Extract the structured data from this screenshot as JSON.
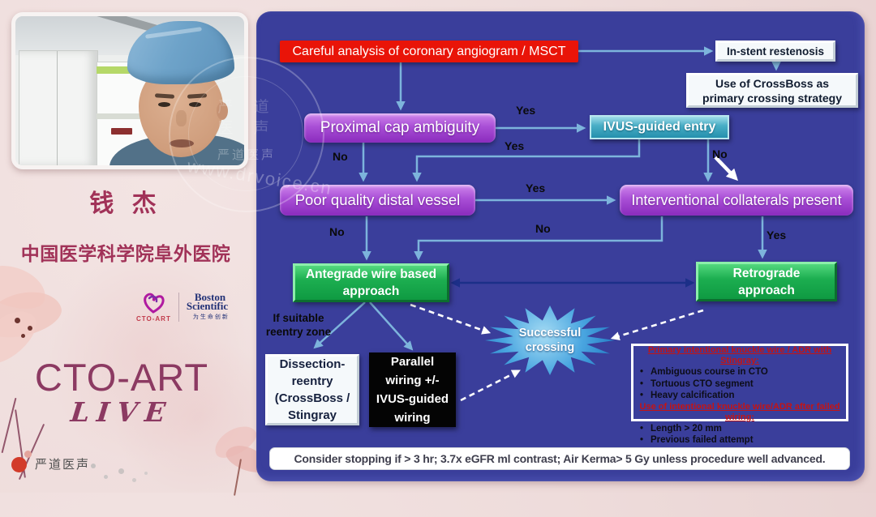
{
  "presenter": {
    "name": "钱 杰",
    "affiliation": "中国医学科学院阜外医院"
  },
  "branding": {
    "event_title": "CTO-ART",
    "event_subtitle": "LIVE",
    "cto_art_logo_label": "CTO-ART",
    "boston_logo_line1": "Boston",
    "boston_logo_line2": "Scientific",
    "boston_tagline": "为生命创新",
    "media_logo": "严道医声",
    "watermark_url": "www.drvoice.cn",
    "watermark_name": "严道医声",
    "watermark_chars": "严 道 医 声"
  },
  "flowchart": {
    "nodes": {
      "analysis": "Careful analysis of coronary angiogram / MSCT",
      "in_stent": "In-stent restenosis",
      "crossboss": "Use of CrossBoss as primary crossing strategy",
      "proximal_cap": "Proximal cap ambiguity",
      "ivus_entry": "IVUS-guided entry",
      "poor_distal": "Poor quality distal vessel",
      "collaterals": "Interventional collaterals present",
      "antegrade": "Antegrade wire based approach",
      "retrograde": "Retrograde approach",
      "dissection_reentry": "Dissection-reentry (CrossBoss / Stingray",
      "parallel_wiring": "Parallel wiring +/- IVUS-guided wiring",
      "success": "Successful crossing"
    },
    "labels": {
      "yes": "Yes",
      "no": "No",
      "reentry_condition": "If suitable reentry zone"
    },
    "criteria_box": {
      "heading1": "Primary intentional knuckle wire / ADR with Stingray:",
      "items1": [
        "Ambiguous course in CTO",
        "Tortuous CTO segment",
        "Heavy calcification"
      ],
      "heading2": "Use of intentional knuckle wire/ADR after failed wiring:",
      "items2": [
        "Length > 20 mm",
        "Previous failed attempt"
      ]
    },
    "footer_note": "Consider stopping if > 3 hr; 3.7x eGFR ml contrast; Air Kerma> 5 Gy unless procedure well advanced."
  },
  "colors": {
    "background_pink": "#eedcdb",
    "panel_blue": "#3a3e9b",
    "box_red": "#e91408",
    "box_purple": "#a94fd6",
    "box_teal": "#49aec6",
    "box_green": "#1cae50",
    "arrow_steel": "#7db4dc",
    "accent_maroon": "#a13258",
    "criteria_red": "#c41414"
  }
}
